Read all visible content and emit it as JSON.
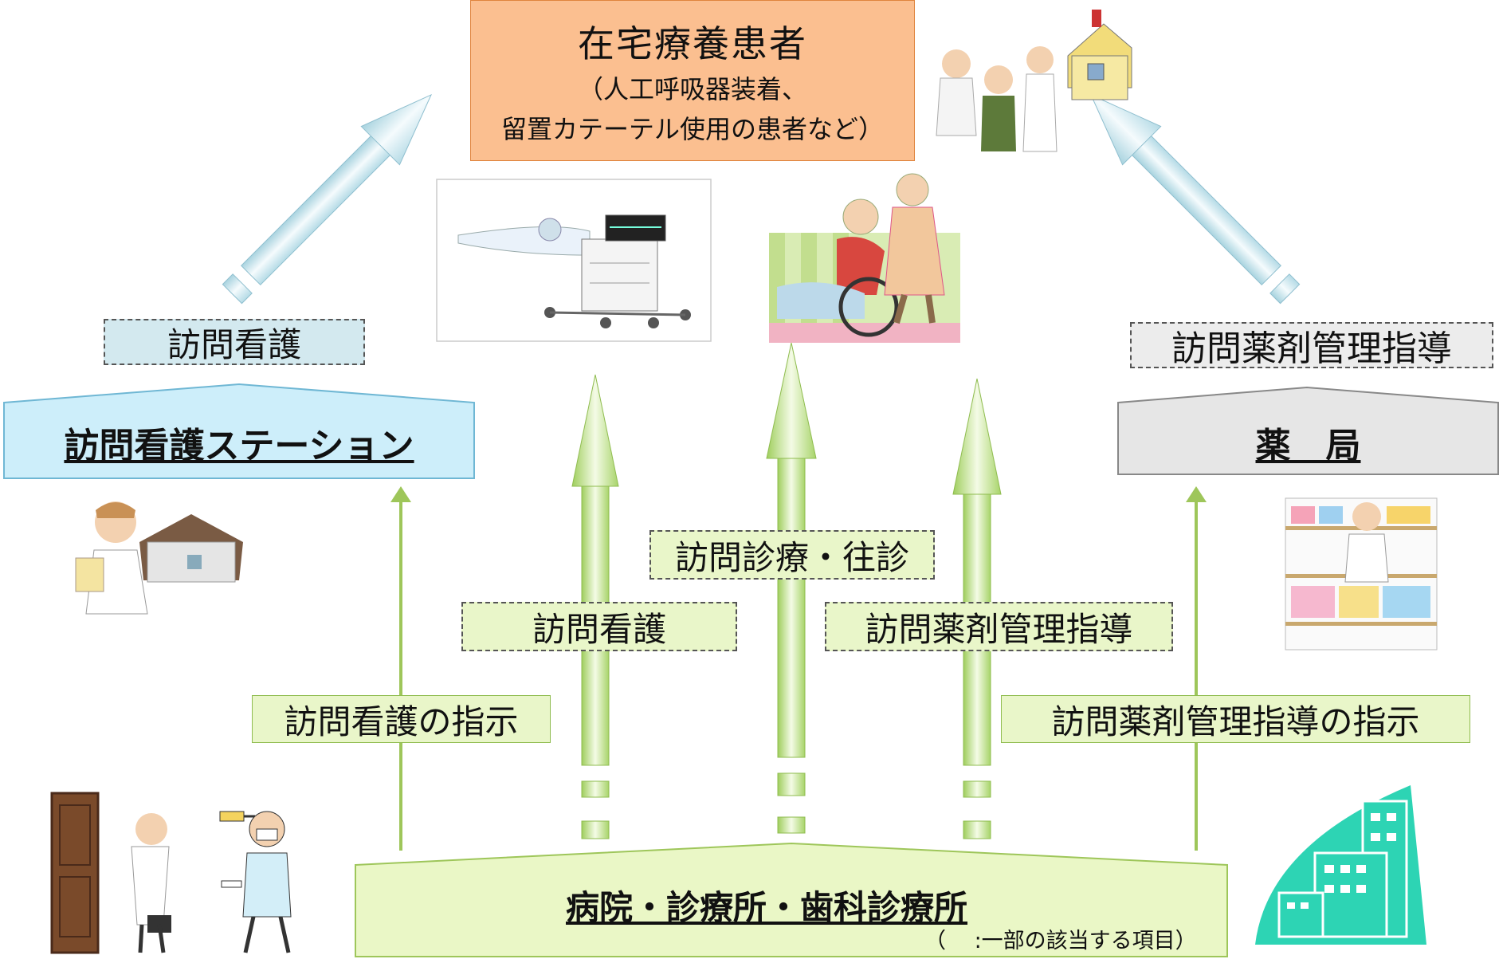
{
  "patient": {
    "title": "在宅療養患者",
    "subtitle_line1": "（人工呼吸器装着、",
    "subtitle_line2": "留置カテーテル使用の患者など）"
  },
  "nursing_station": {
    "name": "訪問看護ステーション",
    "service": "訪問看護"
  },
  "pharmacy": {
    "name": "薬　局",
    "service": "訪問薬剤管理指導"
  },
  "clinic": {
    "name": "病院・診療所・歯科診療所",
    "note": "（　 :一部の該当する項目）"
  },
  "center_labels": {
    "home_visit": "訪問診療・往診",
    "nursing": "訪問看護",
    "pharmacy": "訪問薬剤管理指導"
  },
  "instructions": {
    "nursing": "訪問看護の指示",
    "pharmacy": "訪問薬剤管理指導の指示"
  },
  "colors": {
    "patient_box": "#fbbf90",
    "station_box": "#cdeefa",
    "pharmacy_box": "#e6e6e6",
    "clinic_box": "#eaf7c6",
    "green_arrow": "#c8e99a",
    "blue_arrow": "#d6eef5",
    "thin_line": "#9ec65a"
  },
  "icons": [
    "ventilator-icon",
    "wheelchair-caregiver-icon",
    "nurse-house-icon",
    "pharmacist-shelves-icon",
    "doctor-door-icon",
    "dentist-icon",
    "hospital-building-icon",
    "family-house-icon"
  ]
}
